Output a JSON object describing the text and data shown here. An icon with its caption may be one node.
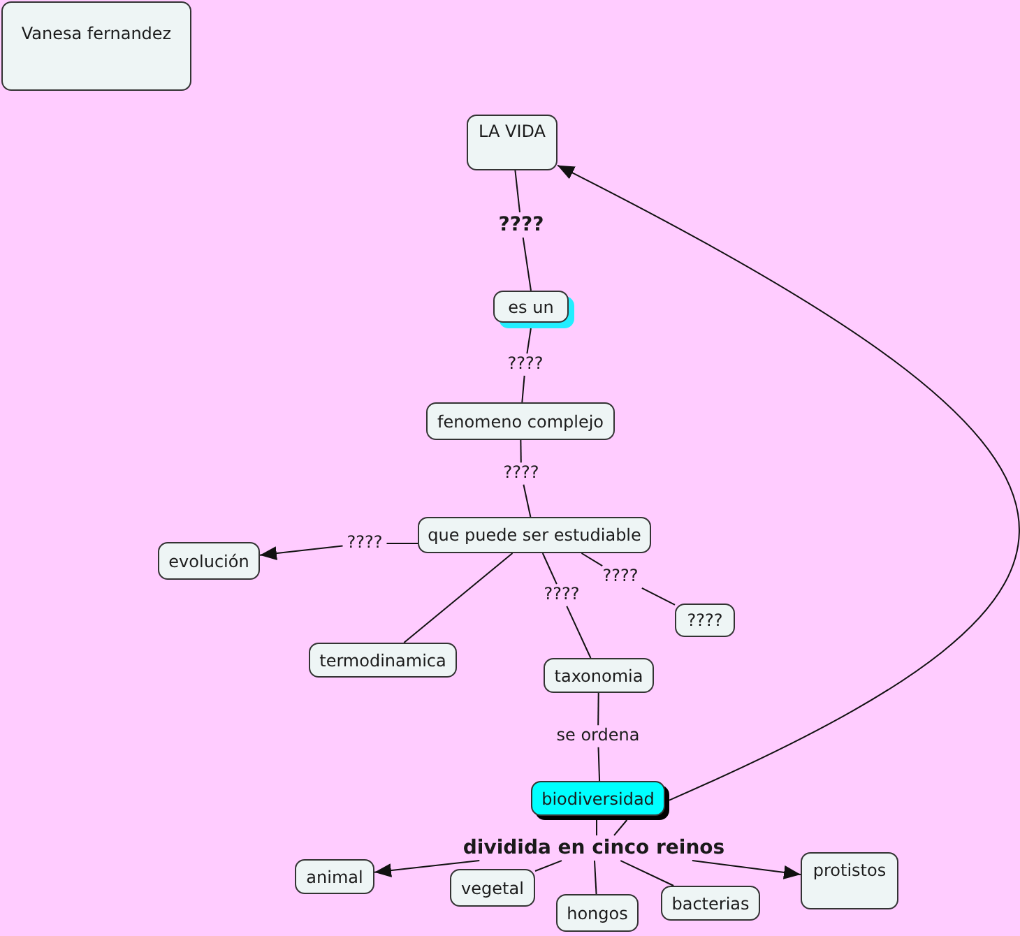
{
  "diagram": {
    "nodes": [
      {
        "text": [
          "Vanesa fernandez"
        ]
      },
      {
        "text": [
          "LA VIDA"
        ]
      },
      {
        "text": [
          "????"
        ]
      },
      {
        "text": [
          "es un"
        ]
      },
      {
        "text": [
          "????"
        ]
      },
      {
        "text": [
          "fenomeno complejo"
        ]
      },
      {
        "text": [
          "????"
        ]
      },
      {
        "text": [
          "que puede ser estudiable"
        ]
      },
      {
        "text": [
          "????"
        ]
      },
      {
        "text": [
          "evolución"
        ]
      },
      {
        "text": [
          "????"
        ]
      },
      {
        "text": [
          "????"
        ]
      },
      {
        "text": [
          "????"
        ]
      },
      {
        "text": [
          "termodinamica"
        ]
      },
      {
        "text": [
          "taxonomia"
        ]
      },
      {
        "text": [
          "se ordena"
        ]
      },
      {
        "text": [
          "biodiversidad"
        ]
      },
      {
        "text": [
          "dividida en cinco reinos"
        ]
      },
      {
        "text": [
          "animal"
        ]
      },
      {
        "text": [
          "vegetal"
        ]
      },
      {
        "text": [
          "hongos"
        ]
      },
      {
        "text": [
          "bacterias"
        ]
      },
      {
        "text": [
          "protistos"
        ]
      }
    ],
    "edges": [
      {
        "from": 1,
        "to": 2,
        "arrow": "none"
      },
      {
        "from": 2,
        "to": 3,
        "arrow": "none"
      },
      {
        "from": 3,
        "to": 4,
        "arrow": "none"
      },
      {
        "from": 4,
        "to": 5,
        "arrow": "none"
      },
      {
        "from": 5,
        "to": 6,
        "arrow": "none"
      },
      {
        "from": 6,
        "to": 7,
        "arrow": "none"
      },
      {
        "from": 7,
        "to": 8,
        "arrow": "none"
      },
      {
        "from": 8,
        "to": 9,
        "arrow": "to"
      },
      {
        "from": 7,
        "to": 10,
        "arrow": "none"
      },
      {
        "from": 10,
        "to": 12,
        "arrow": "none"
      },
      {
        "from": 7,
        "to": 11,
        "arrow": "none"
      },
      {
        "from": 11,
        "to": 14,
        "arrow": "none"
      },
      {
        "from": 7,
        "to": 13,
        "arrow": "none"
      },
      {
        "from": 14,
        "to": 15,
        "arrow": "none"
      },
      {
        "from": 15,
        "to": 16,
        "arrow": "none"
      },
      {
        "from": 16,
        "to": 1,
        "arrow": "to"
      },
      {
        "from": 16,
        "to": 17,
        "arrow": "none"
      },
      {
        "from": 16,
        "to": 17,
        "arrow": "none"
      },
      {
        "from": 17,
        "to": 18,
        "arrow": "to"
      },
      {
        "from": 17,
        "to": 19,
        "arrow": "none"
      },
      {
        "from": 17,
        "to": 20,
        "arrow": "none"
      },
      {
        "from": 17,
        "to": 21,
        "arrow": "none"
      },
      {
        "from": 17,
        "to": 22,
        "arrow": "to"
      }
    ]
  }
}
